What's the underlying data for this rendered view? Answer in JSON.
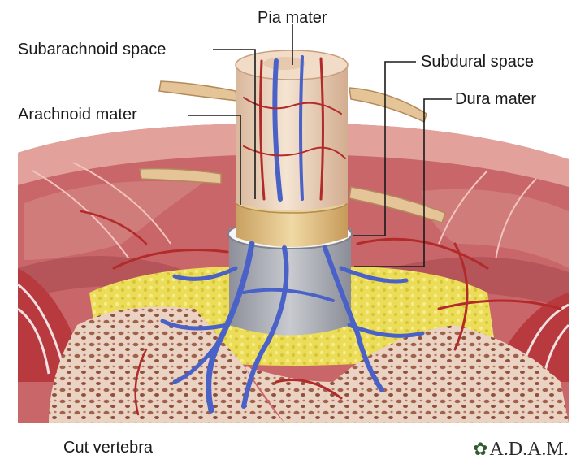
{
  "labels": {
    "pia_mater": "Pia mater",
    "subarachnoid_space": "Subarachnoid space",
    "subdural_space": "Subdural space",
    "arachnoid_mater": "Arachnoid mater",
    "dura_mater": "Dura mater",
    "cut_vertebra": "Cut vertebra"
  },
  "logo": {
    "text": "A.D.A.M.",
    "icon": "leaf-icon"
  },
  "colors": {
    "muscle": "#c9676b",
    "muscle_light": "#e6a7a2",
    "fat": "#e8d84a",
    "bone": "#e9cfc0",
    "bone_pits": "#9b5a45",
    "dura": "#a9acb4",
    "arachnoid": "#e2c48a",
    "cord": "#efd9c4",
    "vein": "#4a62c8",
    "artery": "#b32a2a",
    "nerve_root": "#e8c79a"
  }
}
